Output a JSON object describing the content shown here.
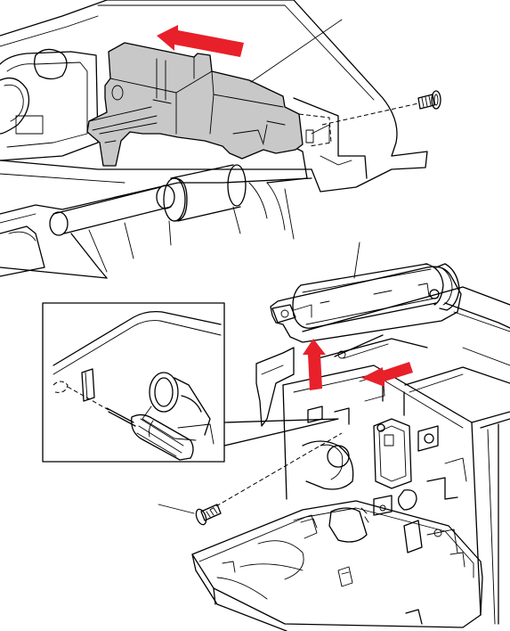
{
  "figure": {
    "title": "",
    "description_visible_text": []
  },
  "colors": {
    "part_fill": "#c8c8c8",
    "arrow_fill": "#e8202a",
    "arrow_outline": "#e8202a",
    "line": "#000000",
    "background": "#ffffff"
  },
  "icons": {
    "arrow_move_left_top": "red-arrow-left",
    "arrow_lift_up": "red-arrow-up",
    "arrow_slide_left": "red-arrow-left",
    "screw_top": "screw",
    "screw_bottom": "screw",
    "screwdriver": "screwdriver"
  }
}
